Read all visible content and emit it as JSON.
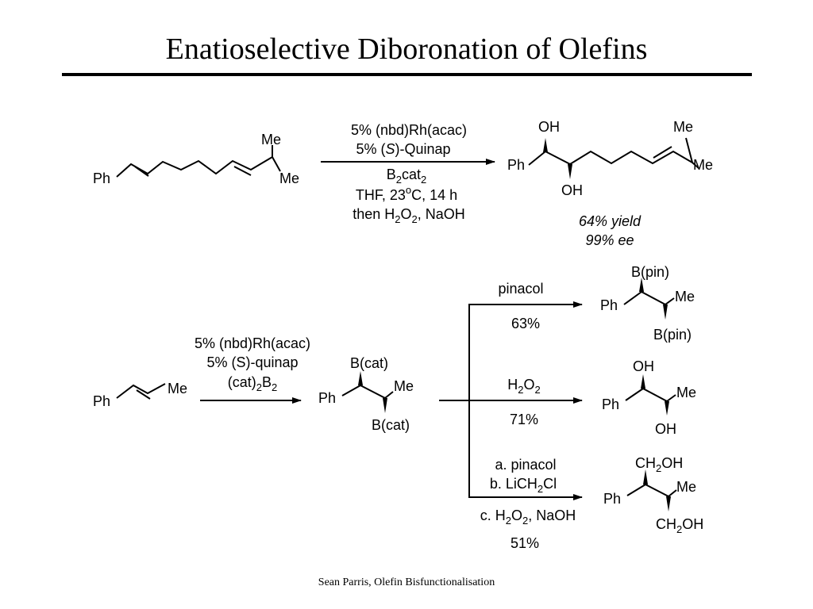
{
  "title": "Enatioselective Diboronation of Olefins",
  "footer": "Sean Parris, Olefin Bisfunctionalisation",
  "reaction1": {
    "substrate": {
      "ph": "Ph",
      "me_top": "Me",
      "me_bottom": "Me"
    },
    "conditions": [
      "5% (nbd)Rh(acac)",
      [
        "5% (",
        {
          "i": "S"
        },
        ")-Quinap"
      ],
      [
        "B",
        {
          "sub": "2"
        },
        "cat",
        {
          "sub": "2"
        }
      ],
      [
        "THF, 23",
        {
          "sup": "o"
        },
        "C, 14 h"
      ],
      [
        "then H",
        {
          "sub": "2"
        },
        "O",
        {
          "sub": "2"
        },
        ", NaOH"
      ]
    ],
    "product": {
      "oh_top": "OH",
      "oh_bottom": "OH",
      "ph": "Ph",
      "me_top": "Me",
      "me_bottom": "Me"
    },
    "result": {
      "yield": "64% yield",
      "ee": "99% ee"
    }
  },
  "reaction2": {
    "substrate": {
      "ph": "Ph",
      "me": "Me"
    },
    "conditions": [
      "5% (nbd)Rh(acac)",
      "5% (S)-quinap",
      [
        "(cat)",
        {
          "sub": "2"
        },
        "B",
        {
          "sub": "2"
        }
      ]
    ],
    "intermediate": {
      "b_top": "B(cat)",
      "ph": "Ph",
      "me": "Me",
      "b_bottom": "B(cat)"
    },
    "branches": [
      {
        "reagent": "pinacol",
        "yield": "63%",
        "product": {
          "top": "B(pin)",
          "ph": "Ph",
          "me": "Me",
          "bottom": "B(pin)"
        }
      },
      {
        "reagent": [
          "H",
          {
            "sub": "2"
          },
          "O",
          {
            "sub": "2"
          }
        ],
        "yield": "71%",
        "product": {
          "top": "OH",
          "ph": "Ph",
          "me": "Me",
          "bottom": "OH"
        }
      },
      {
        "reagents_above": [
          "a. pinacol",
          [
            "b. LiCH",
            {
              "sub": "2"
            },
            "Cl"
          ]
        ],
        "reagents_below": [
          [
            "c. H",
            {
              "sub": "2"
            },
            "O",
            {
              "sub": "2"
            },
            ", NaOH"
          ]
        ],
        "yield": "51%",
        "product": {
          "top": [
            "CH",
            {
              "sub": "2"
            },
            "OH"
          ],
          "ph": "Ph",
          "me": "Me",
          "bottom": [
            "CH",
            {
              "sub": "2"
            },
            "OH"
          ]
        }
      }
    ]
  }
}
